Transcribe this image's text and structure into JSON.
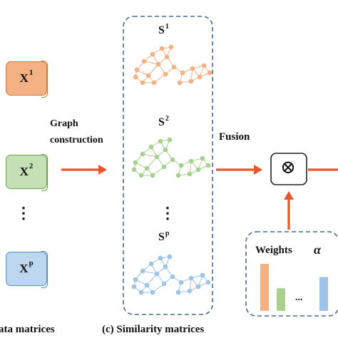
{
  "data_matrices": {
    "caption": "ata matrices",
    "items": [
      {
        "base": "X",
        "sup": "1",
        "fill": "#f4b183",
        "edge": "#c97a43"
      },
      {
        "base": "X",
        "sup": "2",
        "fill": "#c5e0b4",
        "edge": "#6f9f52"
      },
      {
        "base": "X",
        "sup": "p",
        "fill": "#bdd7ee",
        "edge": "#5a8fc2"
      }
    ],
    "ellipsis": "⋮"
  },
  "step_graph": {
    "line1": "Graph",
    "line2": "construction"
  },
  "similarity": {
    "caption": "(c) Similarity matrices",
    "items": [
      {
        "base": "S",
        "sup": "1",
        "color": "#f4b183"
      },
      {
        "base": "S",
        "sup": "2",
        "color": "#a9d18e"
      },
      {
        "base": "S",
        "sup": "p",
        "color": "#9dc3e6"
      }
    ],
    "ellipsis": "⋮"
  },
  "step_fusion": {
    "label": "Fusion"
  },
  "fusion_symbol": "⊗",
  "weights": {
    "label": "Weights",
    "symbol": "α",
    "ellipsis": "...",
    "bars": [
      {
        "value": 1.0,
        "color": "#f4b183"
      },
      {
        "value": 0.48,
        "color": "#a9d18e"
      },
      {
        "value": 0.72,
        "color": "#9dc3e6"
      }
    ]
  },
  "colors": {
    "arrow": "#e8562a",
    "panel_border": "#4a6a8c"
  }
}
